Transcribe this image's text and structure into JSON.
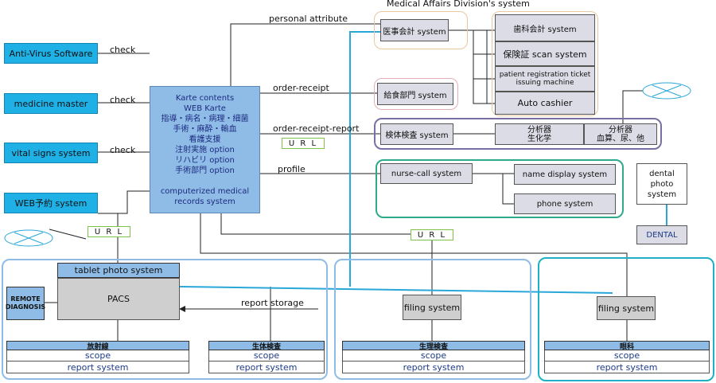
{
  "title": "Medical Affairs Division's system",
  "colors": {
    "cyan": "#1fb0e6",
    "karte": "#8fbce6",
    "link": "#2aa7d9",
    "green": "#2eaa8a"
  },
  "left_systems": [
    {
      "label": "Anti-Virus Software",
      "edge": "check"
    },
    {
      "label": "medicine master",
      "edge": "check"
    },
    {
      "label": "vital signs system",
      "edge": "check"
    },
    {
      "label": "WEB予約 system"
    }
  ],
  "karte_lines": [
    "Karte contents",
    "WEB Karte",
    "指導・病名・病理・細菌",
    "手術・麻酔・輸血",
    "看護支援",
    "注射実施 option",
    "リハビリ option",
    "手術部門 option",
    "",
    "computerized medical",
    "records system"
  ],
  "edges": {
    "personal_attribute": "personal attribute",
    "order_receipt": "order-receipt",
    "order_receipt_report": "order-receipt-report",
    "profile": "profile",
    "report_storage": "report storage",
    "url": "U R L"
  },
  "accounting": {
    "main": "医事会計 system",
    "items": [
      "歯科会計 system",
      "保険証 scan system",
      "patient registration ticket issuing machine",
      "Auto cashier"
    ]
  },
  "food": "給食部門 system",
  "lab": {
    "main": "検体検査 system",
    "analyzer1": "分析器\n生化学",
    "analyzer2": "分析器\n血算、尿、他"
  },
  "nurse": {
    "main": "nurse-call system",
    "name_display": "name display system",
    "phone": "phone system"
  },
  "dental": {
    "photo": "dental\nphoto\nsystem",
    "label": "DENTAL"
  },
  "pacs_group": {
    "tablet": "tablet photo system",
    "pacs": "PACS",
    "remote": "REMOTE\nDIAGNOSIS"
  },
  "departments": [
    {
      "name": "放射線",
      "scope": "scope",
      "report": "report system"
    },
    {
      "name": "生体検査",
      "scope": "scope",
      "report": "report system"
    },
    {
      "name": "生理検査",
      "scope": "scope",
      "report": "report system"
    },
    {
      "name": "眼科",
      "scope": "scope",
      "report": "report system"
    }
  ],
  "filing": [
    "filing system",
    "filing system"
  ]
}
